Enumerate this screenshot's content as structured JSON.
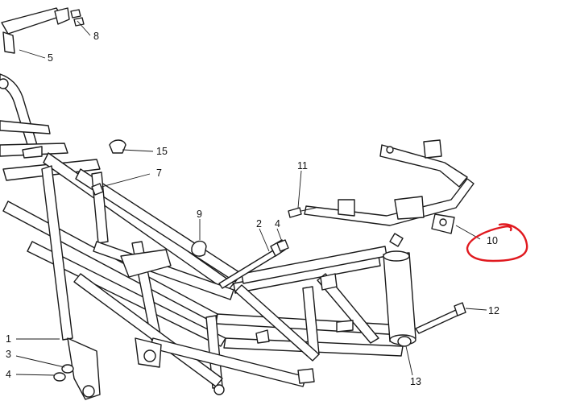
{
  "callouts": [
    "1",
    "2",
    "3",
    "4",
    "4",
    "5",
    "7",
    "8",
    "9",
    "10",
    "11",
    "12",
    "13",
    "15"
  ],
  "highlight_color": "#e0191f",
  "ink_color": "#1a1a1a"
}
